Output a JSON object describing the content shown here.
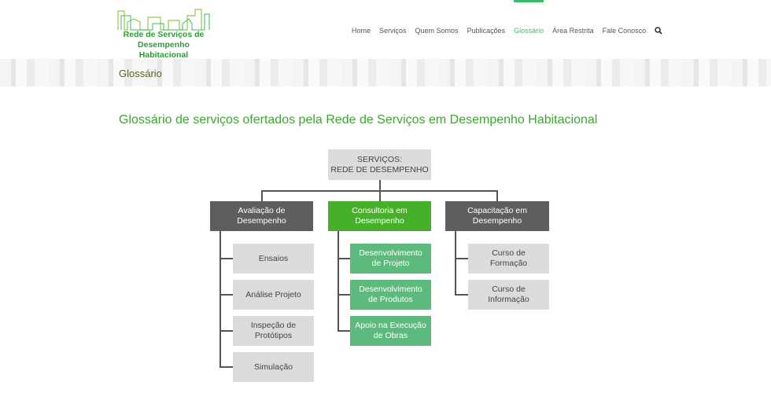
{
  "logo": {
    "line1": "Rede de Serviços de",
    "line2": "Desempenho Habitacional"
  },
  "nav": {
    "items": [
      "Home",
      "Serviços",
      "Quem Somos",
      "Publicações",
      "Glossário",
      "Área Restrita",
      "Fale Conosco"
    ],
    "active": "Glossário",
    "search_icon": "search-icon"
  },
  "band_title": "Glossário",
  "page_title": "Glossário de serviços ofertados pela Rede de Serviços em Desempenho Habitacional",
  "diagram": {
    "root": "SERVIÇOS:\nREDE DE DESEMPENHO",
    "columns": [
      {
        "label": "Avaliação de\nDesempenho",
        "items": [
          "Ensaios",
          "Análise Projeto",
          "Inspeção de\nProtótipos",
          "Simulação"
        ]
      },
      {
        "label": "Consultoria em\nDesempenho",
        "items": [
          "Desenvolvimento\nde Projeto",
          "Desenvolvimento\nde Produtos",
          "Apoio na Execução\nde Obras"
        ]
      },
      {
        "label": "Capacitação em\nDesempenho",
        "items": [
          "Curso de\nFormação",
          "Curso de\nInformação"
        ]
      }
    ]
  },
  "colors": {
    "green": "#47b02b",
    "light_green": "#5cbb7c",
    "dark_gray": "#5e5e5e",
    "light_gray": "#dcdcdc"
  }
}
